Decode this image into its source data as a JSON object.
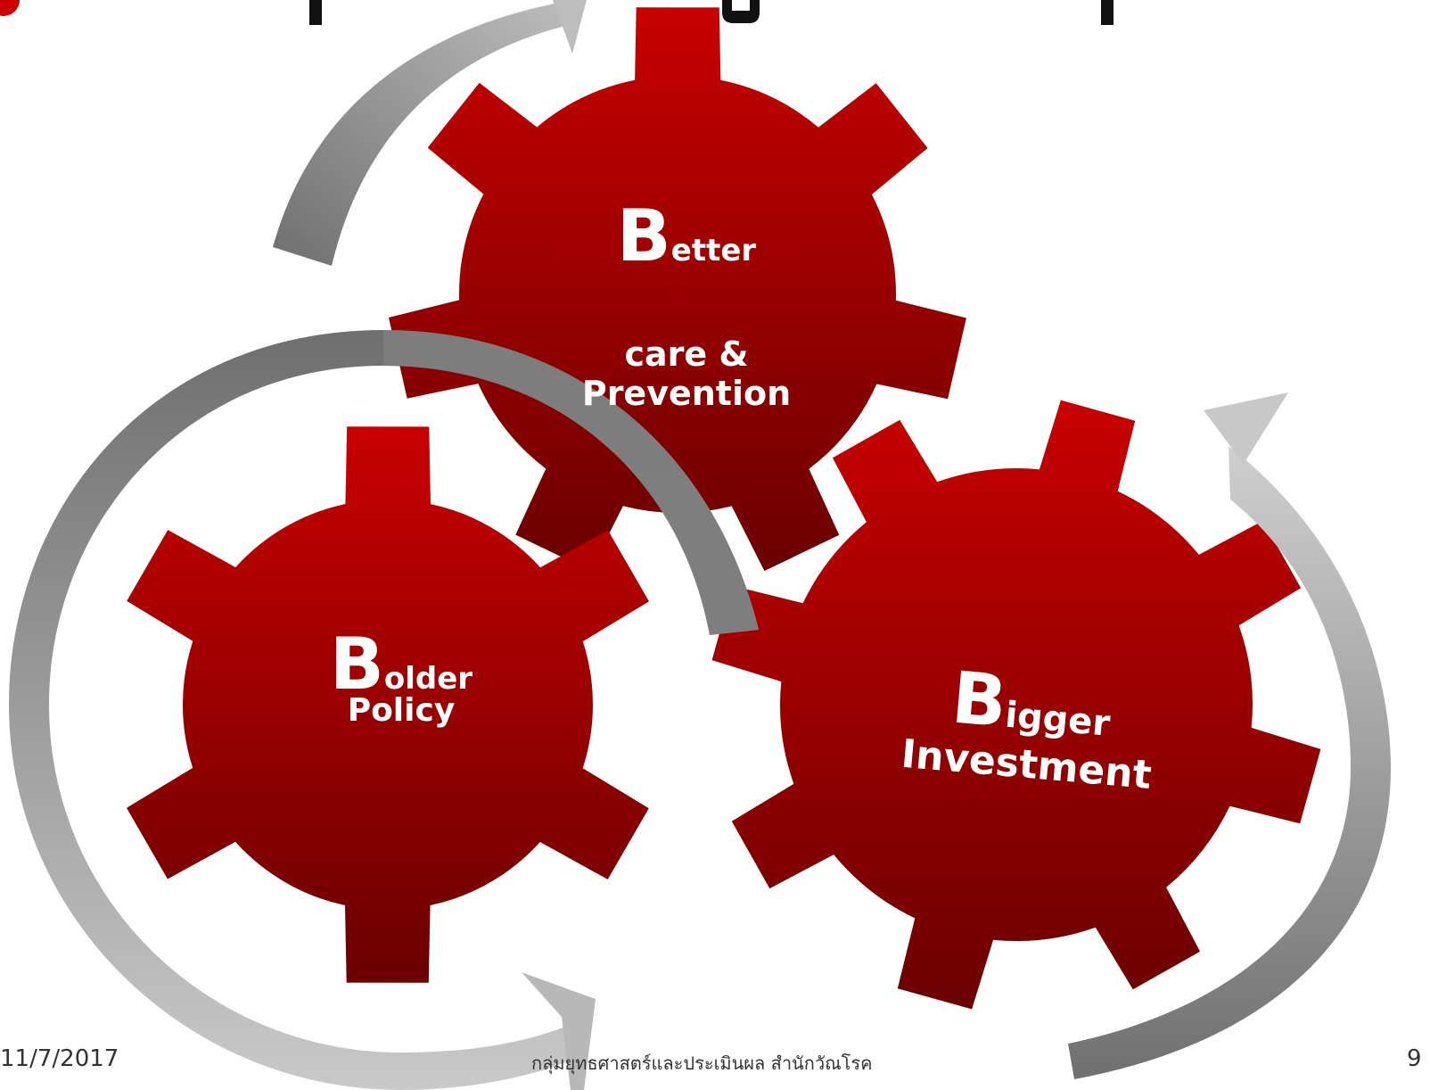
{
  "title_fragment": "ๅ ุ",
  "gears": [
    {
      "letter": "B",
      "rest": "etter",
      "lines": [
        "care &",
        "Prevention"
      ]
    },
    {
      "letter": "B",
      "rest": "older",
      "lines": [
        "Policy"
      ]
    },
    {
      "letter": "B",
      "rest": "igger",
      "lines": [
        "Investment"
      ]
    }
  ],
  "footer": {
    "date": "11/7/2017",
    "organization": "กลุ่มยุทธศาสตร์และประเมินผล สำนักวัณโรค",
    "page_number": "9"
  },
  "colors": {
    "gear_top": "#c80000",
    "gear_bottom": "#6a0000",
    "arrow_light": "#c8c8c8",
    "arrow_dark": "#707070"
  }
}
